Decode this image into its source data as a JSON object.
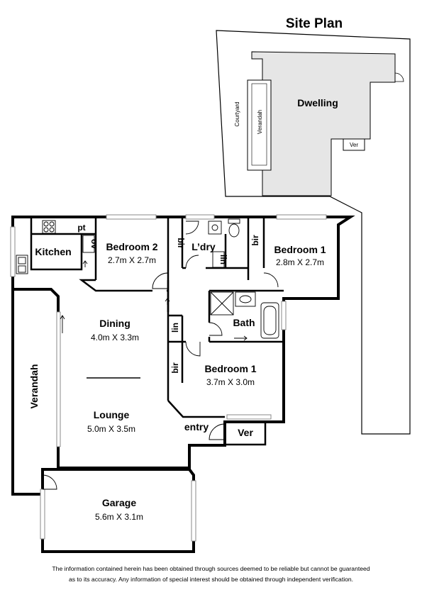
{
  "site_plan": {
    "title": "Site Plan",
    "dwelling": "Dwelling",
    "courtyard": "Courtyard",
    "verandah": "Verandah",
    "ver": "Ver"
  },
  "rooms": {
    "kitchen": {
      "name": "Kitchen"
    },
    "pantry": "pt",
    "oven": "ov",
    "bedroom2": {
      "name": "Bedroom 2",
      "dims": "2.7m X 2.7m"
    },
    "laundry": {
      "name": "L’dry"
    },
    "bedroom1_top": {
      "name": "Bedroom 1",
      "dims": "2.8m X 2.7m"
    },
    "bath": {
      "name": "Bath"
    },
    "dining": {
      "name": "Dining",
      "dims": "4.0m X 3.3m"
    },
    "bedroom1_main": {
      "name": "Bedroom 1",
      "dims": "3.7m X 3.0m"
    },
    "lounge": {
      "name": "Lounge",
      "dims": "5.0m X 3.5m"
    },
    "verandah": {
      "name": "Verandah"
    },
    "entry": "entry",
    "ver": "Ver",
    "garage": {
      "name": "Garage",
      "dims": "5.6m X 3.1m"
    }
  },
  "fixtures": {
    "bir": "bir",
    "lin": "lin"
  },
  "disclaimer": {
    "line1": "The information contained herein has been obtained through sources deemed to be reliable but cannot be guaranteed",
    "line2": "as to its accuracy.  Any information of special interest should be obtained through independent verification."
  },
  "colors": {
    "wall": "#000000",
    "dwelling_fill": "#e6e6e6",
    "window": "#8a8a8a"
  }
}
